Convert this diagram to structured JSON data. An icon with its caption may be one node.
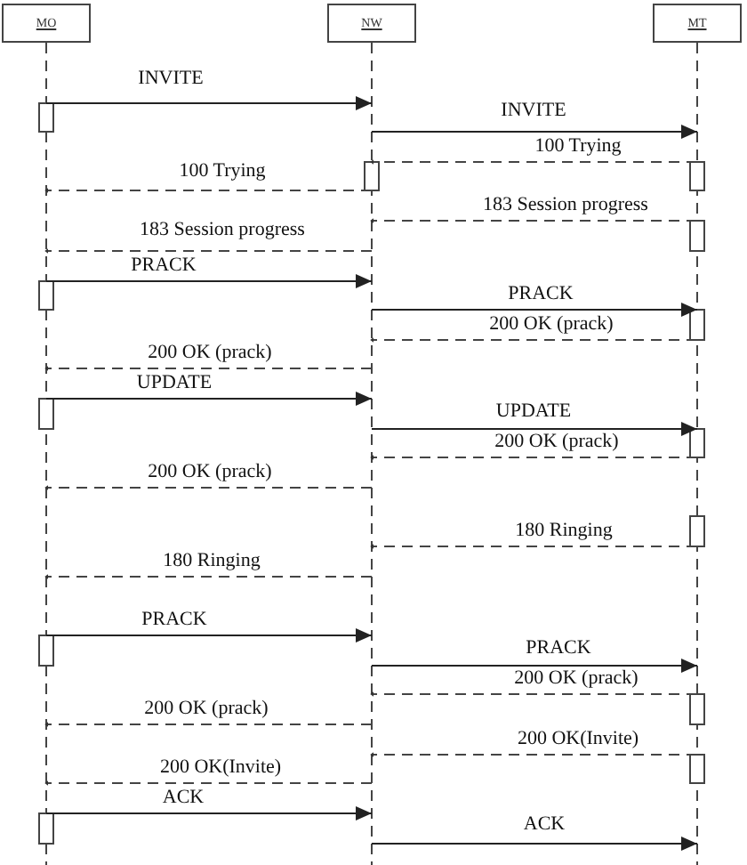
{
  "diagram": {
    "nodes": [
      {
        "text": [
          "MO"
        ]
      },
      {
        "text": [
          "NW"
        ]
      },
      {
        "text": [
          "MT"
        ]
      }
    ],
    "edges": [
      {
        "from": 0,
        "to": 1,
        "arrow": "to",
        "label": "INVITE"
      },
      {
        "from": 1,
        "to": 2,
        "arrow": "to",
        "label": "INVITE"
      },
      {
        "from": 2,
        "to": 1,
        "arrow": "to",
        "label": "100 Trying",
        "style": "dashed"
      },
      {
        "from": 1,
        "to": 0,
        "arrow": "to",
        "label": "100 Trying",
        "style": "dashed"
      },
      {
        "from": 2,
        "to": 1,
        "arrow": "to",
        "label": "183 Session progress",
        "style": "dashed"
      },
      {
        "from": 1,
        "to": 0,
        "arrow": "to",
        "label": "183 Session progress",
        "style": "dashed"
      },
      {
        "from": 0,
        "to": 1,
        "arrow": "to",
        "label": "PRACK"
      },
      {
        "from": 1,
        "to": 2,
        "arrow": "to",
        "label": "PRACK"
      },
      {
        "from": 2,
        "to": 1,
        "arrow": "to",
        "label": "200 OK (prack)",
        "style": "dashed"
      },
      {
        "from": 1,
        "to": 0,
        "arrow": "to",
        "label": "200 OK (prack)",
        "style": "dashed"
      },
      {
        "from": 0,
        "to": 1,
        "arrow": "to",
        "label": "UPDATE"
      },
      {
        "from": 1,
        "to": 2,
        "arrow": "to",
        "label": "UPDATE"
      },
      {
        "from": 2,
        "to": 1,
        "arrow": "to",
        "label": "200 OK (prack)",
        "style": "dashed"
      },
      {
        "from": 1,
        "to": 0,
        "arrow": "to",
        "label": "200 OK (prack)",
        "style": "dashed"
      },
      {
        "from": 2,
        "to": 1,
        "arrow": "to",
        "label": "180 Ringing",
        "style": "dashed"
      },
      {
        "from": 1,
        "to": 0,
        "arrow": "to",
        "label": "180 Ringing",
        "style": "dashed"
      },
      {
        "from": 0,
        "to": 1,
        "arrow": "to",
        "label": "PRACK"
      },
      {
        "from": 1,
        "to": 2,
        "arrow": "to",
        "label": "PRACK"
      },
      {
        "from": 2,
        "to": 1,
        "arrow": "to",
        "label": "200 OK (prack)",
        "style": "dashed"
      },
      {
        "from": 1,
        "to": 0,
        "arrow": "to",
        "label": "200 OK (prack)",
        "style": "dashed"
      },
      {
        "from": 2,
        "to": 1,
        "arrow": "to",
        "label": "200 OK(Invite)",
        "style": "dashed"
      },
      {
        "from": 1,
        "to": 0,
        "arrow": "to",
        "label": "200 OK(Invite)",
        "style": "dashed"
      },
      {
        "from": 0,
        "to": 1,
        "arrow": "to",
        "label": "ACK"
      },
      {
        "from": 1,
        "to": 2,
        "arrow": "to",
        "label": "ACK"
      }
    ]
  }
}
